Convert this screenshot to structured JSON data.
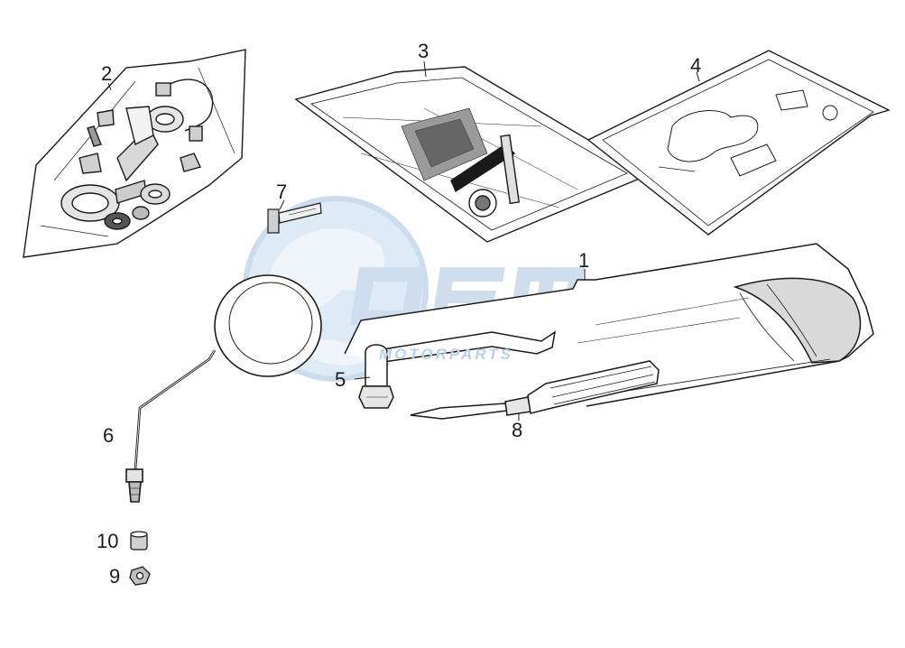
{
  "watermark": {
    "logo_text": "OEM",
    "sub_text": "MOTORPARTS",
    "globe_color": "#cfe1f1",
    "text_color": "#b9d0e6"
  },
  "line_color": "#1a1a1a",
  "callouts": {
    "p1": "1",
    "p2": "2",
    "p3": "3",
    "p4": "4",
    "p5": "5",
    "p6": "6",
    "p7": "7",
    "p8": "8",
    "p9": "9",
    "p10": "10"
  },
  "parts": [
    {
      "number": "1",
      "icon": "tool-bag-icon"
    },
    {
      "number": "2",
      "icon": "lock-set-bag-icon"
    },
    {
      "number": "3",
      "icon": "decal-kit-sheet-icon"
    },
    {
      "number": "4",
      "icon": "decal-sheet-icon"
    },
    {
      "number": "5",
      "icon": "socket-wrench-icon"
    },
    {
      "number": "6",
      "icon": "rear-view-mirror-icon"
    },
    {
      "number": "7",
      "icon": "key-icon"
    },
    {
      "number": "8",
      "icon": "screwdriver-icon"
    },
    {
      "number": "9",
      "icon": "nut-icon"
    },
    {
      "number": "10",
      "icon": "spacer-icon"
    }
  ]
}
